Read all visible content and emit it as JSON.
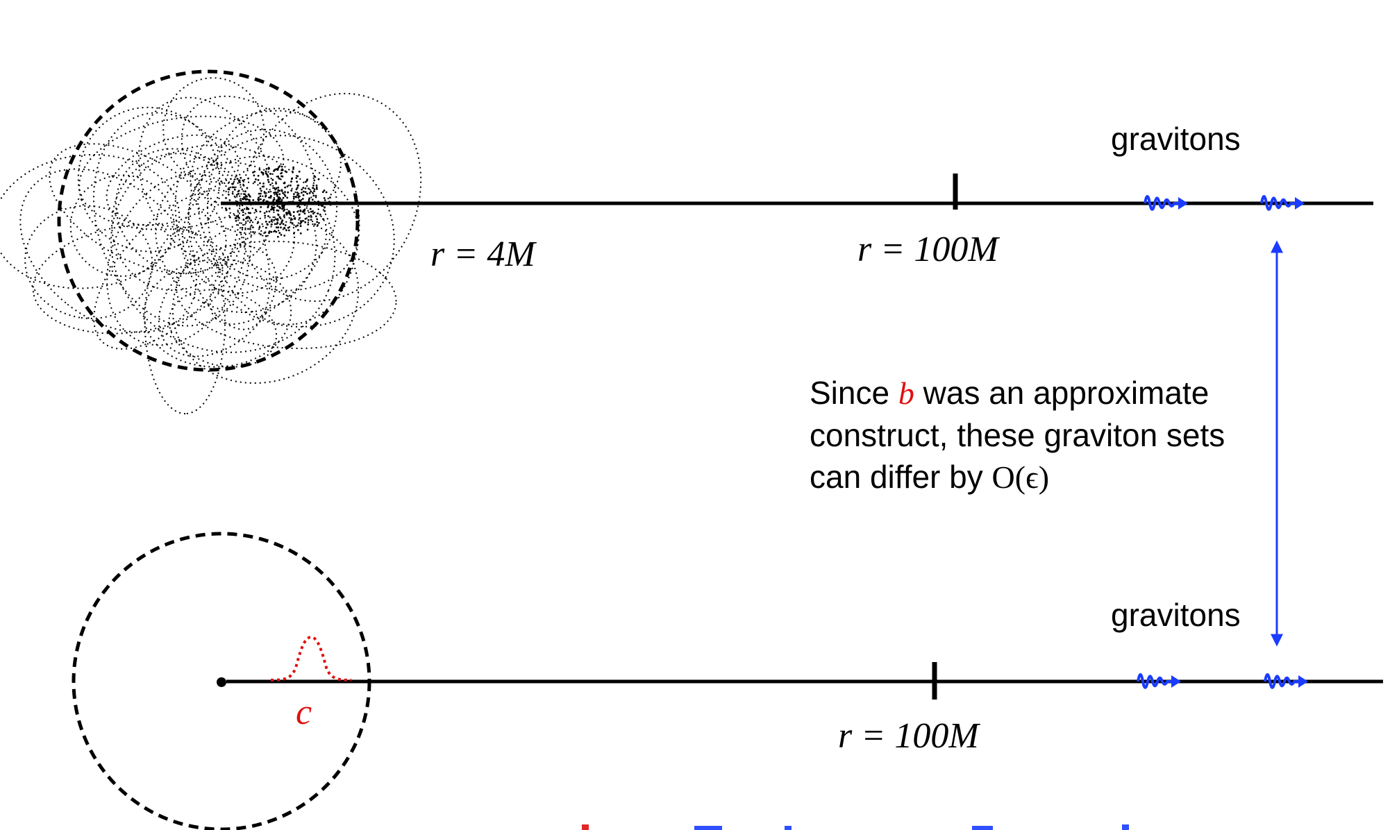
{
  "top_panel": {
    "graviton_label": "gravitons",
    "radius_label": "r = 4M",
    "marker_label": "r = 100M"
  },
  "bottom_panel": {
    "graviton_label": "gravitons",
    "marker_label": "r = 100M",
    "wavepacket_label": "c"
  },
  "note": {
    "word_since": "Since",
    "symbol_b": "b",
    "line1_rest": "was an approximate",
    "line2": "construct, these graviton sets",
    "line3_start": "can differ by",
    "order_expr": "O(ϵ)"
  },
  "colors": {
    "axis": "#000000",
    "graviton": "#1a3cff",
    "highlight": "#e01010"
  }
}
